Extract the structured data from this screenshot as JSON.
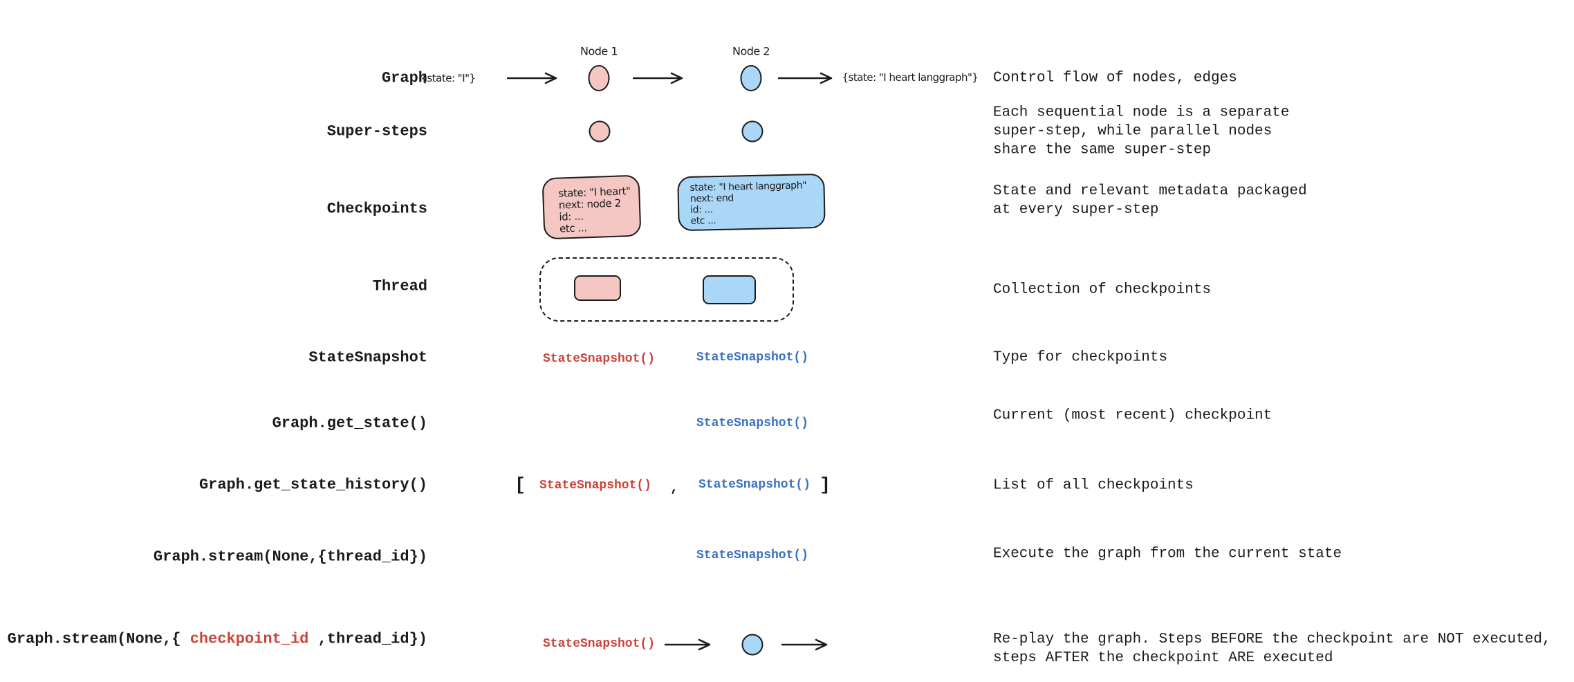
{
  "palette": {
    "ink": "#1b1b1b",
    "red": "#cc4238",
    "blue": "#3b72c0",
    "pink_fill": "#f5c7c3",
    "blue_fill": "#aad6f7"
  },
  "rows": [
    {
      "label": "Graph",
      "description": "Control flow of nodes, edges"
    },
    {
      "label": "Super-steps",
      "description": "Each sequential node is a separate\nsuper-step, while parallel nodes\nshare the same super-step"
    },
    {
      "label": "Checkpoints",
      "description": "State and relevant metadata packaged\nat every super-step"
    },
    {
      "label": "Thread",
      "description": "Collection of checkpoints"
    },
    {
      "label": "StateSnapshot",
      "description": "Type for checkpoints"
    },
    {
      "label": "Graph.get_state()",
      "description": "Current (most recent) checkpoint"
    },
    {
      "label": "Graph.get_state_history()",
      "description": "List of all checkpoints"
    },
    {
      "label": "Graph.stream(None,{thread_id})",
      "description": "Execute the graph from the current state"
    },
    {
      "label_pre": "Graph.stream(None,{ ",
      "label_highlight": "checkpoint_id",
      "label_post": " ,thread_id})",
      "description": "Re-play the graph. Steps BEFORE the checkpoint are NOT executed,\nsteps AFTER the checkpoint ARE executed"
    }
  ],
  "graph_flow": {
    "input_state": "{state: \"I\"}",
    "node1_label": "Node 1",
    "node2_label": "Node 2",
    "output_state": "{state: \"I heart langgraph\"}"
  },
  "checkpoints": {
    "pink_box_text": "state: \"I heart\"\nnext: node 2\nid: ...\netc ...",
    "blue_box_text": "state: \"I heart langgraph\"\nnext: end\nid: ...\netc ..."
  },
  "snapshots": {
    "call": "StateSnapshot()",
    "list_open": "[",
    "list_separator": ",",
    "list_close": "]"
  }
}
